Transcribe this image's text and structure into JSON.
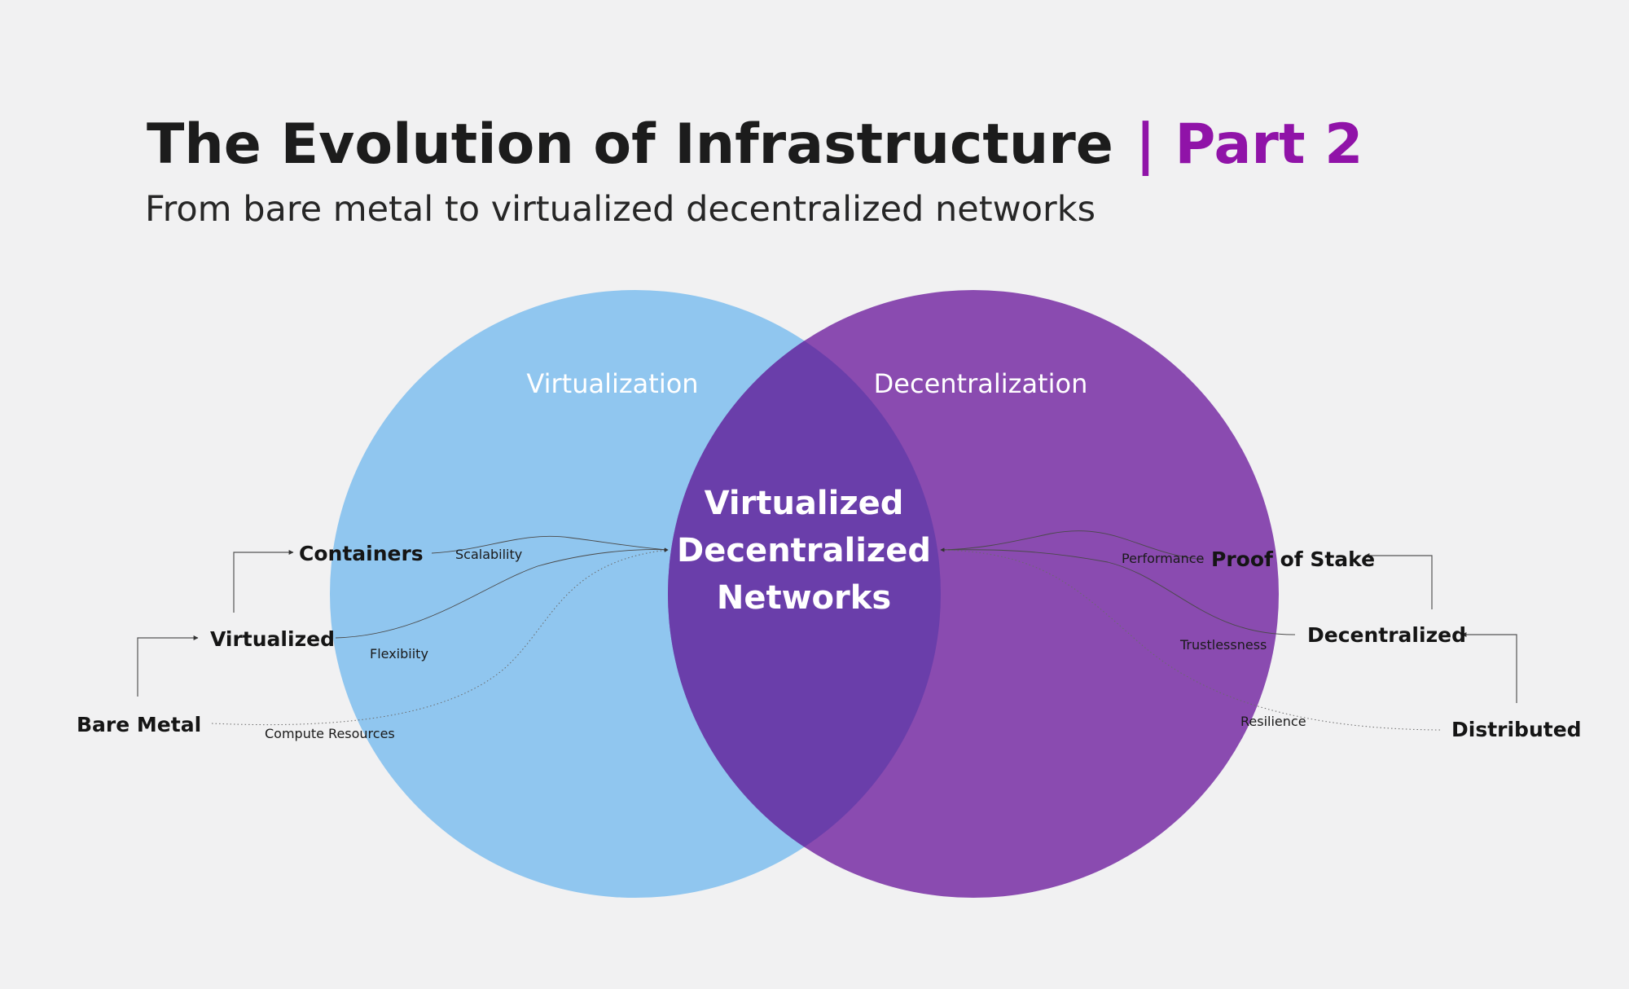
{
  "title": {
    "main": "The Evolution of Infrastructure",
    "accent": "| Part 2",
    "subtitle": "From bare metal to virtualized decentralized networks"
  },
  "colors": {
    "background": "#f1f1f2",
    "accent": "#9013a8",
    "virtualization_circle": "#90c6ef",
    "decentralization_circle": "#8a4bb0",
    "intersection": "#6a3eaa"
  },
  "sets": {
    "left": "Virtualization",
    "right": "Decentralization",
    "intersection": [
      "Virtualized",
      "Decentralized",
      "Networks"
    ]
  },
  "left_nodes": {
    "containers": "Containers",
    "virtualized": "Virtualized",
    "bare_metal": "Bare Metal",
    "scalability": "Scalability",
    "flexibility": "Flexibiity",
    "compute_resources": "Compute Resources"
  },
  "right_nodes": {
    "proof_of_stake": "Proof of Stake",
    "decentralized": "Decentralized",
    "distributed": "Distributed",
    "performance": "Performance",
    "trustlessness": "Trustlessness",
    "resilience": "Resilience"
  }
}
